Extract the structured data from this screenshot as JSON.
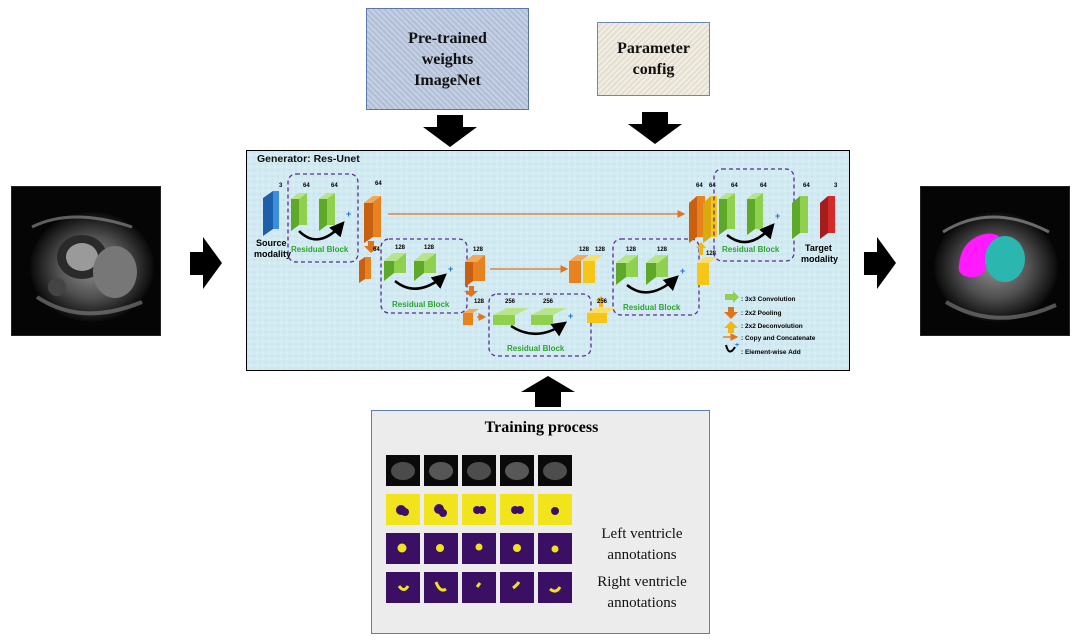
{
  "pretrained": {
    "line1": "Pre-trained",
    "line2": "weights",
    "line3": "ImageNet"
  },
  "param": {
    "line1": "Parameter",
    "line2": "config"
  },
  "generator": {
    "title": "Generator: Res-Unet",
    "source_label_1": "Source",
    "source_label_2": "modality",
    "target_label_1": "Target",
    "target_label_2": "modality",
    "residual_block": "Residual Block",
    "channels": {
      "c3": "3",
      "c64": "64",
      "c128": "128",
      "c256": "256"
    },
    "legend": {
      "conv": ": 3x3 Convolution",
      "pool": ": 2x2 Pooling",
      "deconv": ": 2x2 Deconvolution",
      "copy": ": Copy and Concatenate",
      "add": ": Element-wise Add"
    }
  },
  "training": {
    "title": "Training process",
    "left_label_1": "Left  ventricle",
    "left_label_2": "annotations",
    "right_label_1": "Right  ventricle",
    "right_label_2": "annotations"
  },
  "colors": {
    "block_green": "#8fd14f",
    "block_orange": "#e8821e",
    "block_yellow": "#f5c518",
    "source_blue": "#2f7fd6",
    "target_red": "#d42a2a",
    "dashed_purple": "#5a2d91",
    "mask_yellow": "#f1e31c",
    "mask_purple": "#3b0f63",
    "lv_magenta": "#ff1aff",
    "rv_cyan": "#2cb6b0"
  },
  "icons": [
    "arrow-down-icon",
    "arrow-right-icon",
    "arrow-up-icon",
    "plus-icon"
  ]
}
